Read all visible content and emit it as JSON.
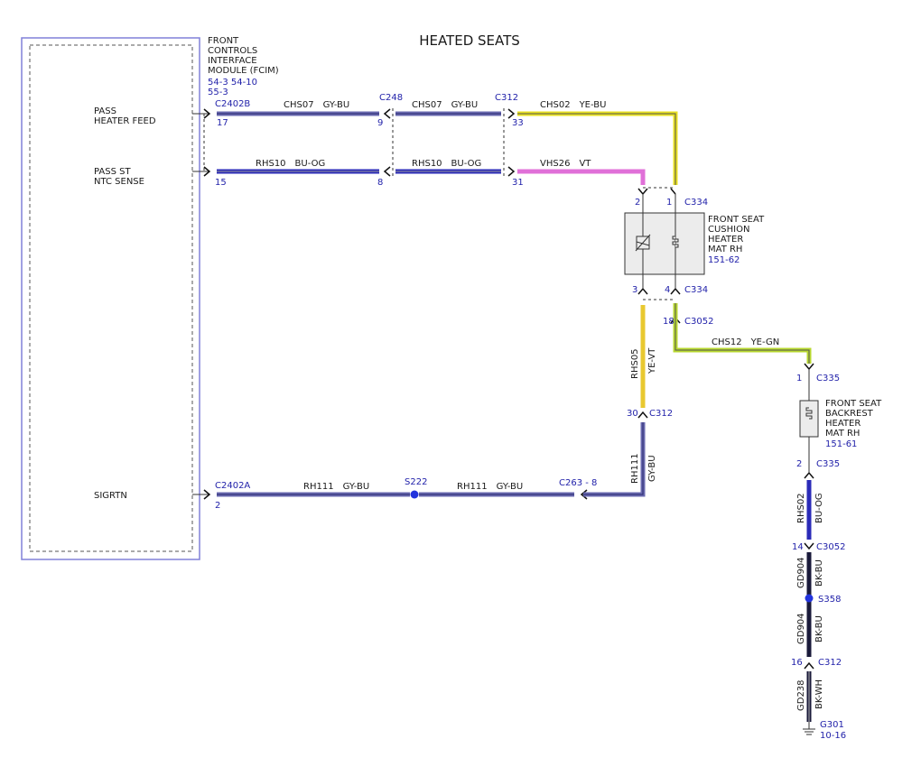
{
  "title": "HEATED SEATS",
  "module": {
    "name_lines": [
      "FRONT",
      "CONTROLS",
      "INTERFACE",
      "MODULE (FCIM)"
    ],
    "refs": [
      "54-3  54-10",
      "55-3"
    ],
    "pins": [
      "PASS\nHEATER FEED",
      "PASS ST\nNTC SENSE",
      "SIGRTN"
    ]
  },
  "cushion_heater": {
    "lines": [
      "FRONT SEAT",
      "CUSHION",
      "HEATER",
      "MAT RH"
    ],
    "ref": "151-62"
  },
  "backrest_heater": {
    "lines": [
      "FRONT SEAT",
      "BACKREST",
      "HEATER",
      "MAT RH"
    ],
    "ref": "151-61"
  },
  "connectors": {
    "c2402b": "C2402B",
    "c2402a": "C2402A",
    "c248": "C248",
    "c312": "C312",
    "c334": "C334",
    "c3052": "C3052",
    "c335": "C335",
    "c263": "C263 - 8"
  },
  "pins": {
    "p17": "17",
    "p9": "9",
    "p33": "33",
    "p15": "15",
    "p8": "8",
    "p31": "31",
    "p2": "2",
    "p1": "1",
    "p3": "3",
    "p4": "4",
    "p18": "18",
    "p30": "30",
    "p14": "14",
    "p16": "16"
  },
  "wires": [
    {
      "id": "chs07",
      "circuit": "CHS07",
      "color": "GY-BU"
    },
    {
      "id": "chs02",
      "circuit": "CHS02",
      "color": "YE-BU"
    },
    {
      "id": "rhs10",
      "circuit": "RHS10",
      "color": "BU-OG"
    },
    {
      "id": "vhs26",
      "circuit": "VHS26",
      "color": "VT"
    },
    {
      "id": "rhs05",
      "circuit": "RHS05",
      "color": "YE-VT"
    },
    {
      "id": "chs12",
      "circuit": "CHS12",
      "color": "YE-GN"
    },
    {
      "id": "rh111",
      "circuit": "RH111",
      "color": "GY-BU"
    },
    {
      "id": "rhs02",
      "circuit": "RHS02",
      "color": "BU-OG"
    },
    {
      "id": "gd904",
      "circuit": "GD904",
      "color": "BK-BU"
    },
    {
      "id": "gd238",
      "circuit": "GD238",
      "color": "BK-WH"
    }
  ],
  "splices": {
    "s222": "S222",
    "s358": "S358"
  },
  "ground": {
    "name": "G301",
    "ref": "10-16"
  },
  "colors": {
    "gy_bu": "#6a6ab0",
    "bu_og": "#2b2bb8",
    "ye": "#e8e020",
    "vt": "#e070d8",
    "ye_vt": "#e8c830",
    "ye_gn": "#b8d830",
    "bk": "#1a1a3a",
    "connector_blue": "#2222aa"
  }
}
